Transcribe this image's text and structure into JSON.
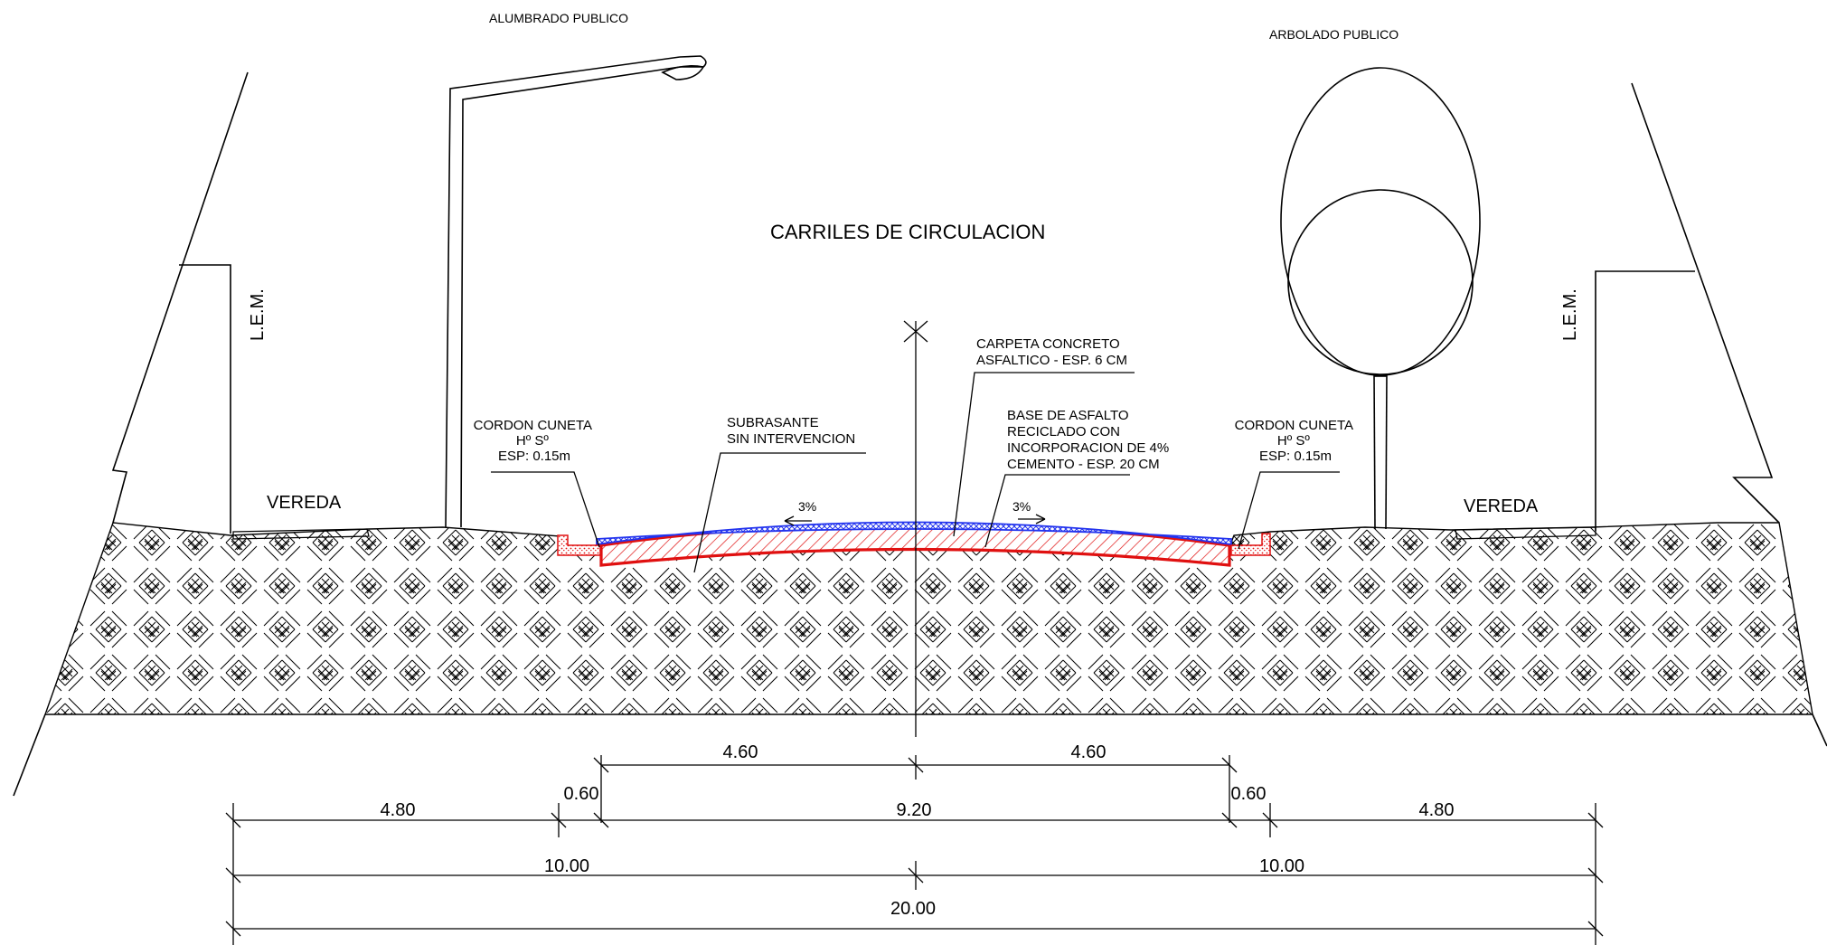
{
  "labels": {
    "title": "CARRILES DE CIRCULACION",
    "street_lighting": "ALUMBRADO PUBLICO",
    "street_trees": "ARBOLADO PUBLICO",
    "lem_left": "L.E.M.",
    "lem_right": "L.E.M.",
    "sidewalk_left": "VEREDA",
    "sidewalk_right": "VEREDA",
    "curb_left": [
      "CORDON CUNETA",
      "Hº Sº",
      "ESP: 0.15m"
    ],
    "curb_right": [
      "CORDON CUNETA",
      "Hº Sº",
      "ESP: 0.15m"
    ],
    "subgrade": [
      "SUBRASANTE",
      "SIN INTERVENCION"
    ],
    "asphalt_layer": [
      "CARPETA CONCRETO",
      "ASFALTICO - ESP. 6 CM"
    ],
    "base_layer": [
      "BASE DE ASFALTO",
      "RECICLADO CON",
      "INCORPORACION DE 4%",
      "CEMENTO - ESP. 20 CM"
    ],
    "slope_left": "3%",
    "slope_right": "3%"
  },
  "dimensions": {
    "lane_left": "4.60",
    "lane_right": "4.60",
    "sidewalk_left": "4.80",
    "gutter_left": "0.60",
    "roadway": "9.20",
    "gutter_right": "0.60",
    "sidewalk_right": "4.80",
    "half_left": "10.00",
    "half_right": "10.00",
    "total": "20.00"
  },
  "colors": {
    "asphalt_layer": "#2233ee",
    "base_layer": "#e01010",
    "curb": "#e01010",
    "lines": "#000000"
  }
}
